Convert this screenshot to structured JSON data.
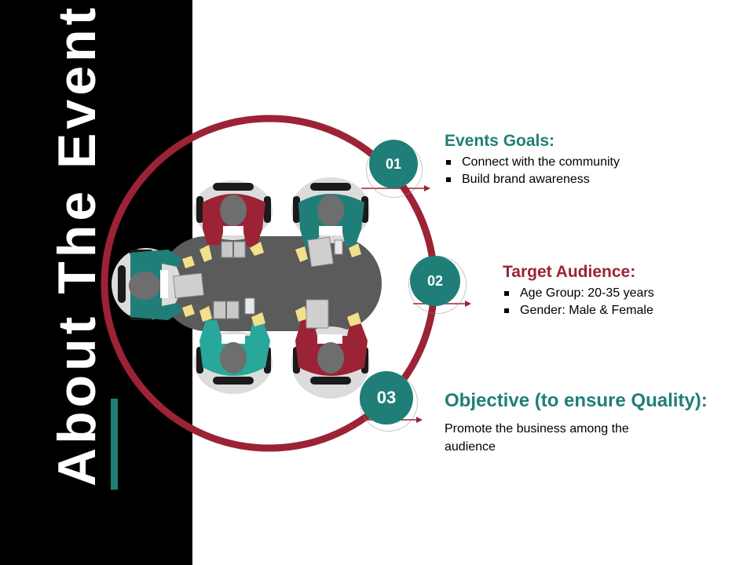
{
  "slide": {
    "title": "About The Event"
  },
  "colors": {
    "crimson": "#9b2335",
    "teal": "#1f7f78",
    "table": "#5b5b5b",
    "black": "#000000"
  },
  "items": [
    {
      "number": "01",
      "heading": "Events Goals:",
      "bullets": [
        "Connect with the community",
        "Build brand awareness"
      ]
    },
    {
      "number": "02",
      "heading": "Target Audience:",
      "bullets": [
        "Age Group: 20-35 years",
        "Gender: Male & Female"
      ]
    },
    {
      "number": "03",
      "heading": "Objective (to ensure Quality):",
      "text": "Promote the business among the audience"
    }
  ]
}
